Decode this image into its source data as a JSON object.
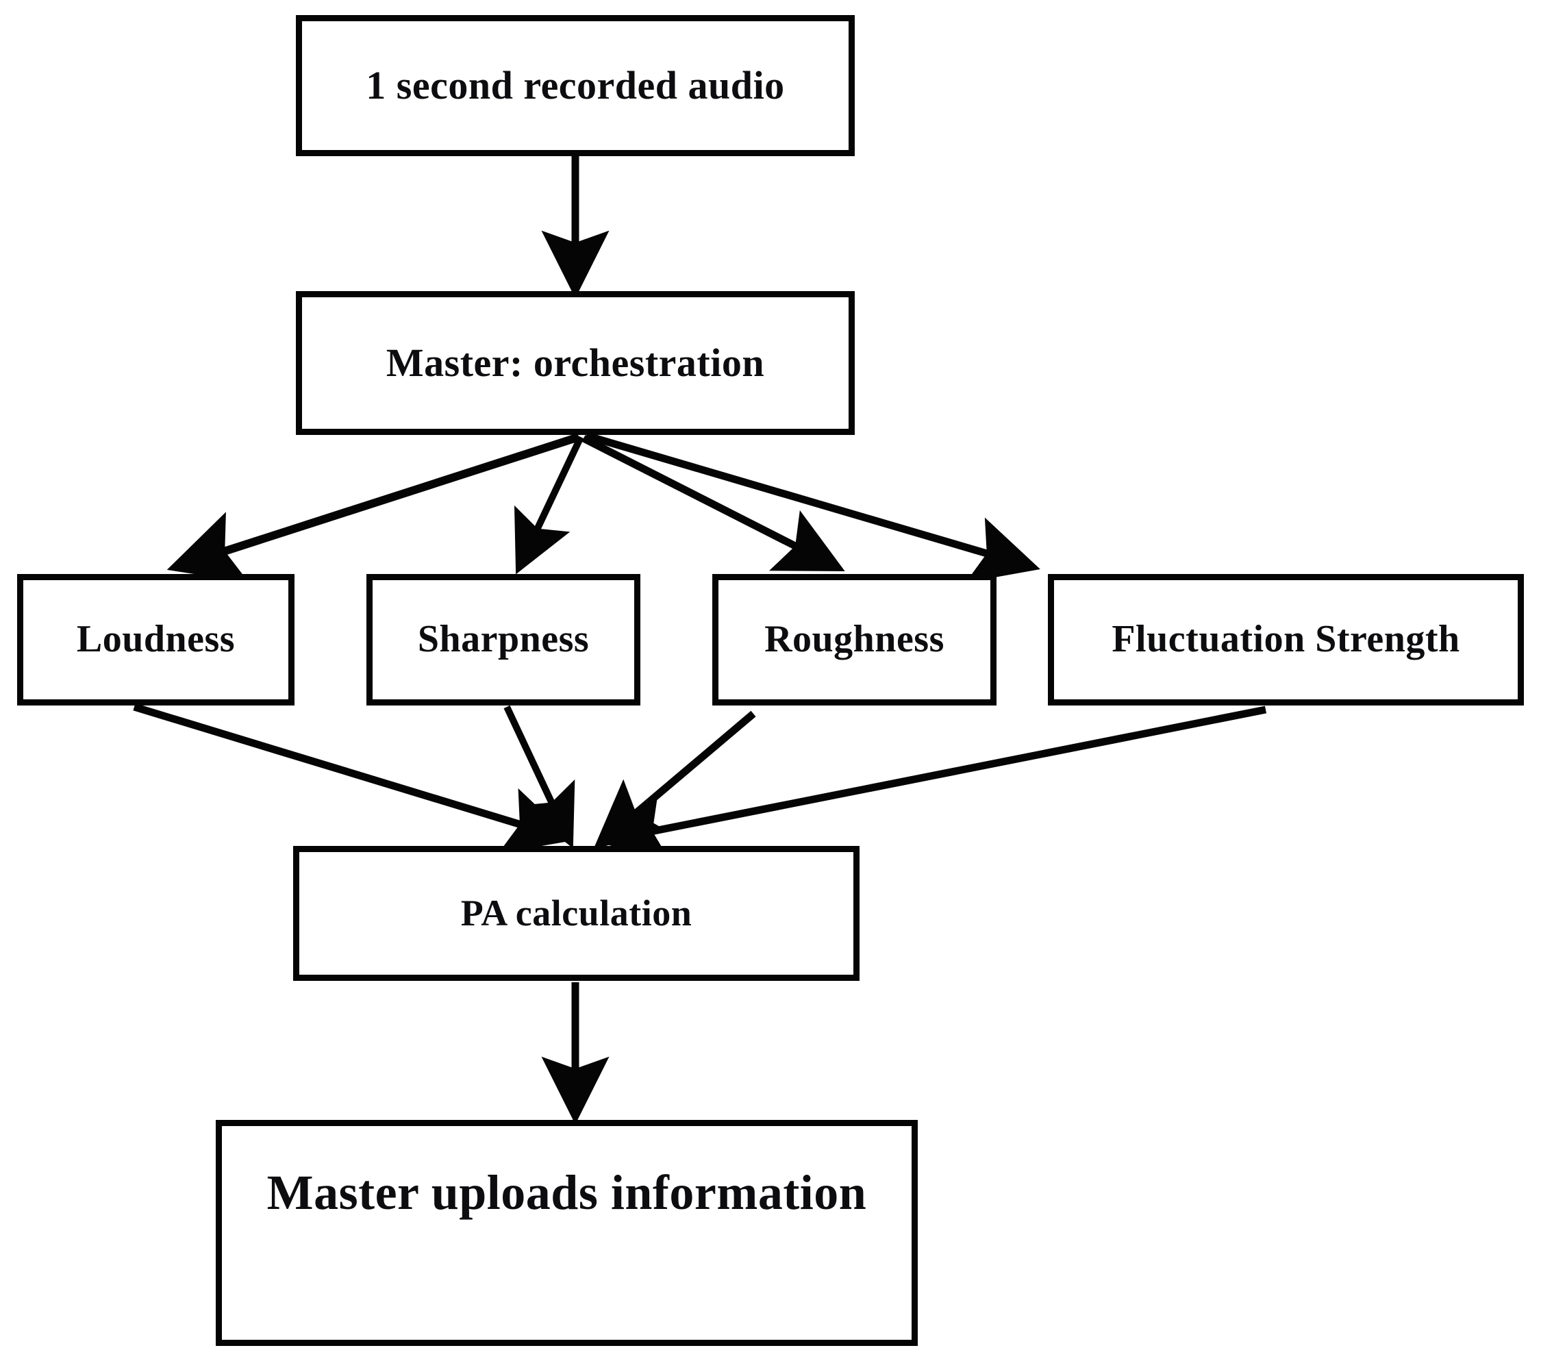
{
  "diagram": {
    "title": "Audio psychoacoustic processing pipeline flowchart",
    "type": "flowchart",
    "orientation": "top-to-bottom",
    "nodes": [
      {
        "id": "audio",
        "label": "1 second recorded audio",
        "shape": "rectangle"
      },
      {
        "id": "master",
        "label": "Master: orchestration",
        "shape": "rectangle"
      },
      {
        "id": "loudness",
        "label": "Loudness",
        "shape": "rectangle"
      },
      {
        "id": "sharpness",
        "label": "Sharpness",
        "shape": "rectangle"
      },
      {
        "id": "roughness",
        "label": "Roughness",
        "shape": "rectangle"
      },
      {
        "id": "fluct",
        "label": "Fluctuation Strength",
        "shape": "rectangle"
      },
      {
        "id": "pa",
        "label": "PA calculation",
        "shape": "rectangle"
      },
      {
        "id": "upload",
        "label": "Master uploads information",
        "shape": "rectangle"
      }
    ],
    "edges": [
      {
        "from": "audio",
        "to": "master",
        "arrow": "filled-triangle"
      },
      {
        "from": "master",
        "to": "loudness",
        "arrow": "filled-triangle"
      },
      {
        "from": "master",
        "to": "sharpness",
        "arrow": "filled-triangle"
      },
      {
        "from": "master",
        "to": "roughness",
        "arrow": "filled-triangle"
      },
      {
        "from": "master",
        "to": "fluct",
        "arrow": "filled-triangle"
      },
      {
        "from": "loudness",
        "to": "pa",
        "arrow": "filled-triangle"
      },
      {
        "from": "sharpness",
        "to": "pa",
        "arrow": "filled-triangle"
      },
      {
        "from": "roughness",
        "to": "pa",
        "arrow": "filled-triangle"
      },
      {
        "from": "fluct",
        "to": "pa",
        "arrow": "filled-triangle"
      },
      {
        "from": "pa",
        "to": "upload",
        "arrow": "filled-triangle"
      }
    ],
    "colors": {
      "background": "#ffffff",
      "box_fill": "#ffffff",
      "box_stroke": "#050505",
      "edge_stroke": "#050505",
      "text": "#0d0d10"
    }
  }
}
